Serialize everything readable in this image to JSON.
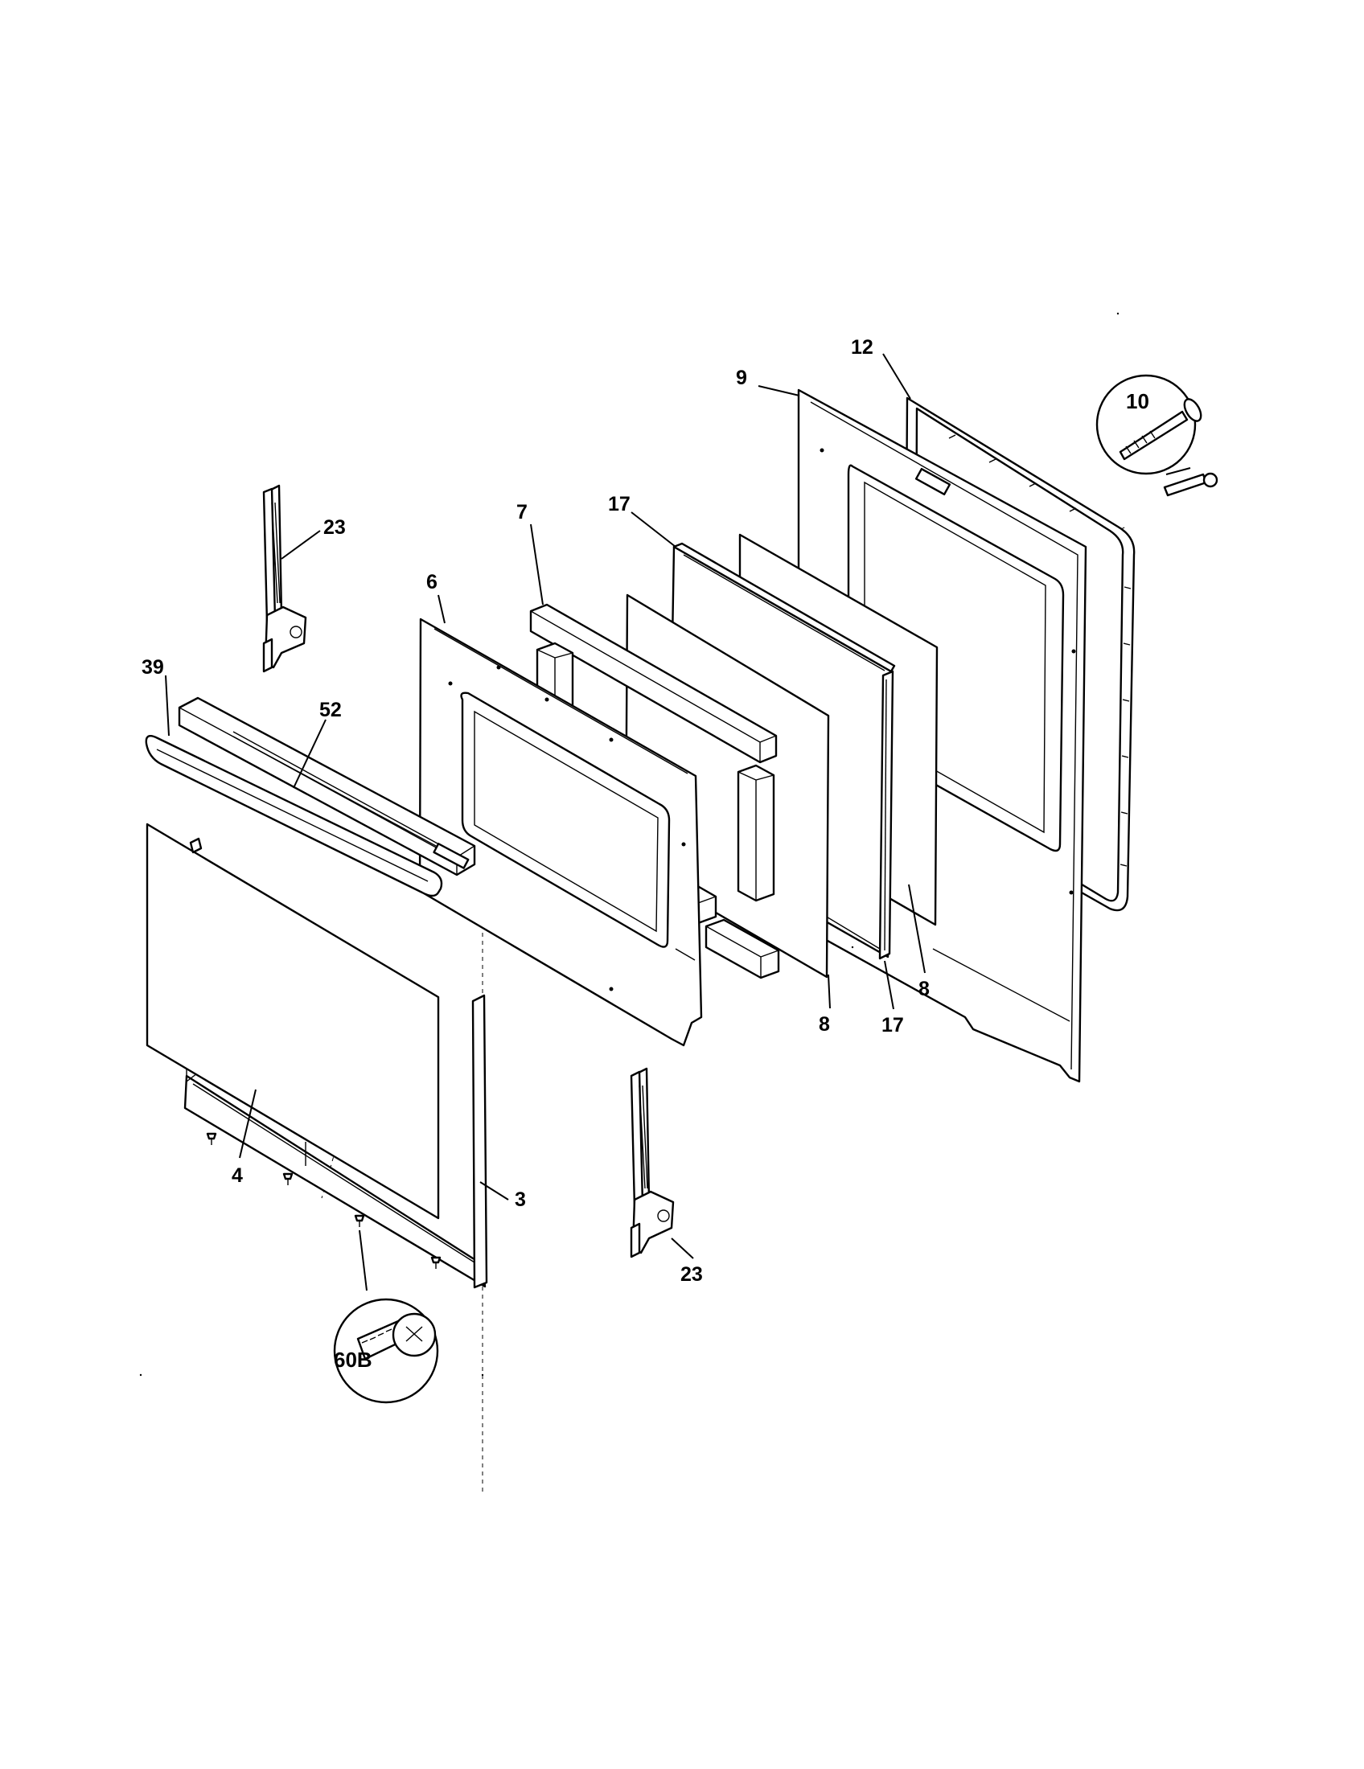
{
  "callouts": {
    "c3": "3",
    "c4": "4",
    "c6": "6",
    "c7": "7",
    "c8a": "8",
    "c8b": "8",
    "c9": "9",
    "c10": "10",
    "c12": "12",
    "c17a": "17",
    "c17b": "17",
    "c23a": "23",
    "c23b": "23",
    "c39": "39",
    "c52": "52",
    "c60b": "60B"
  },
  "colors": {
    "ink": "#000000",
    "paper": "#ffffff"
  }
}
